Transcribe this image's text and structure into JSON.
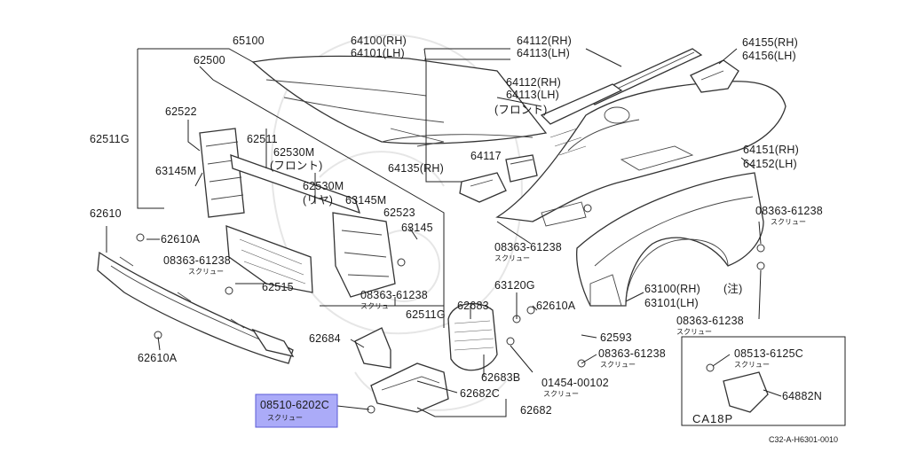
{
  "labels": {
    "p65100": "65100",
    "p62500": "62500",
    "p64100": "64100(RH)",
    "p64101": "64101(LH)",
    "p64112a": "64112(RH)",
    "p64113a": "64113(LH)",
    "p64155": "64155(RH)",
    "p64156": "64156(LH)",
    "p64112b": "64112(RH)",
    "p64113b": "64113(LH)",
    "front1": "(フロント)",
    "p62522": "62522",
    "p62511": "62511",
    "p62530m_front": "62530M",
    "front2": "(フロント)",
    "p62511g_a": "62511G",
    "p63145m_a": "63145M",
    "p62530m_rear": "62530M",
    "rear": "(リヤ)",
    "p63145m_b": "63145M",
    "p62523": "62523",
    "p64117": "64117",
    "p64135": "64135(RH)",
    "p64151": "64151(RH)",
    "p64152": "64152(LH)",
    "p62610": "62610",
    "p62610a_a": "62610A",
    "p63145": "63145",
    "p08363_a": "08363-61238",
    "screw_a": "スクリュー",
    "p08363_b": "08363-61238",
    "screw_b": "スクリュー",
    "p08363_c": "08363-61238",
    "screw_c": "スクリュー",
    "p62515": "62515",
    "p08363_d": "08363-61238",
    "screw_d": "スクリュー",
    "p62511g_b": "62511G",
    "p63120g": "63120G",
    "p62683": "62683",
    "p62610a_b": "62610A",
    "p63100": "63100(RH)",
    "note": "(注)",
    "p63101": "63101(LH)",
    "p08363_e": "08363-61238",
    "screw_e": "スクリュー",
    "p62684": "62684",
    "p62593": "62593",
    "p62610a_c": "62610A",
    "p08363_f": "08363-61238",
    "screw_f": "スクリュー",
    "p08513": "08513-6125C",
    "screw_g": "スクリュー",
    "p62683b": "62683B",
    "p01454": "01454-00102",
    "screw_h": "スクリュー",
    "p62682c": "62682C",
    "p64882n": "64882N",
    "p08510": "08510-6202C",
    "screw_i": "スクリュー",
    "p62682": "62682",
    "inset_title": "CA18P",
    "diagram_code": "C32-A-H6301-0010"
  }
}
